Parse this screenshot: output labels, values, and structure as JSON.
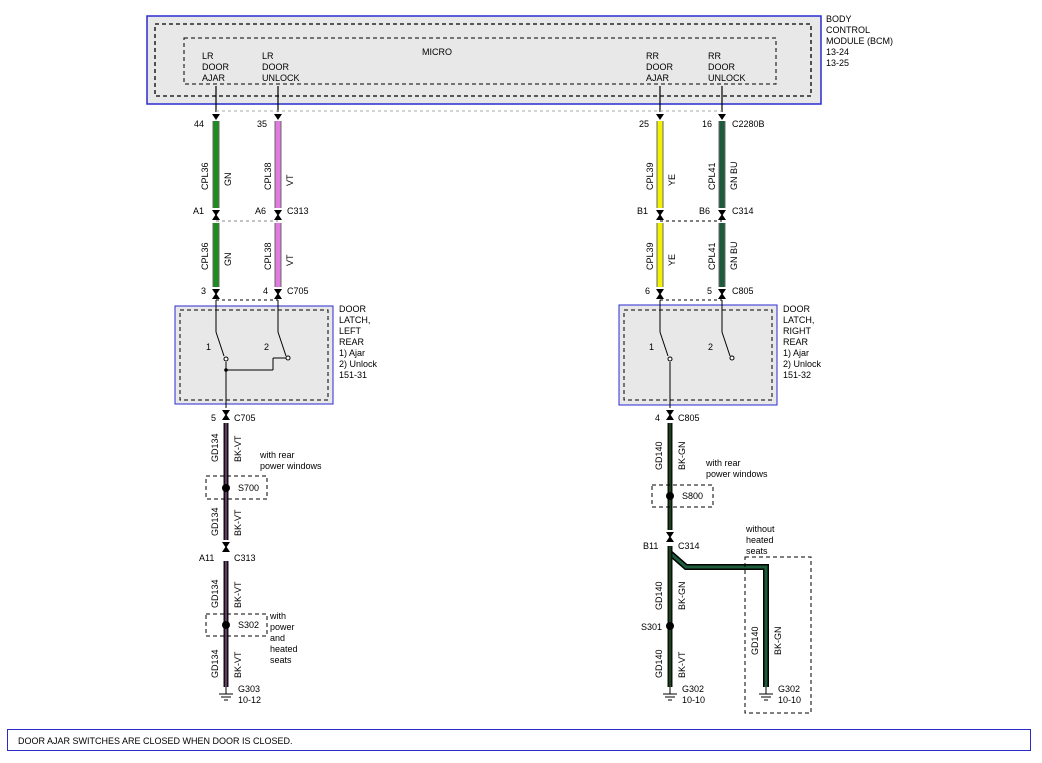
{
  "colors": {
    "GN": "#1e8c1e",
    "VT": "#e07ae0",
    "YE": "#f2f200",
    "GN-BU": "#1d5c3a",
    "BK-VT": "#111111",
    "BK-GN": "#111111",
    "frame": "#2a2ad0",
    "module_fill": "#e8e8e8"
  },
  "bcm": {
    "name_lines": [
      "BODY",
      "CONTROL",
      "MODULE (BCM)",
      "13-24",
      "13-25"
    ],
    "micro_label": "MICRO",
    "pins": [
      {
        "lines": [
          "LR",
          "DOOR",
          "AJAR"
        ]
      },
      {
        "lines": [
          "LR",
          "DOOR",
          "UNLOCK"
        ]
      },
      {
        "lines": [
          "RR",
          "DOOR",
          "AJAR"
        ]
      },
      {
        "lines": [
          "RR",
          "DOOR",
          "UNLOCK"
        ]
      }
    ]
  },
  "connectors": {
    "c2280b": "C2280B",
    "c313": "C313",
    "c314": "C314",
    "c705_top": "C705",
    "c805_top": "C805",
    "c705_bot": "C705",
    "c805_bot": "C805",
    "c313_gnd": "C313",
    "c314_gnd": "C314"
  },
  "pins": {
    "p44": "44",
    "p35": "35",
    "p25": "25",
    "p16": "16",
    "a1": "A1",
    "a6": "A6",
    "b1": "B1",
    "b6": "B6",
    "l3": "3",
    "l4": "4",
    "r6": "6",
    "r5": "5",
    "l5": "5",
    "r4": "4",
    "a11": "A11",
    "b11": "B11"
  },
  "wires": {
    "cpl36": "CPL36",
    "gn": "GN",
    "cpl38": "CPL38",
    "vt": "VT",
    "cpl39": "CPL39",
    "ye": "YE",
    "cpl41": "CPL41",
    "gnbu": "GN BU",
    "gd134": "GD134",
    "bkvt": "BK-VT",
    "gd140": "GD140",
    "bkgn": "BK-GN"
  },
  "latch_left": {
    "lines": [
      "DOOR",
      "LATCH,",
      "LEFT",
      "REAR",
      "1) Ajar",
      "2) Unlock",
      "151-31"
    ],
    "sw1": "1",
    "sw2": "2"
  },
  "latch_right": {
    "lines": [
      "DOOR",
      "LATCH,",
      "RIGHT",
      "REAR",
      "1) Ajar",
      "2) Unlock",
      "151-32"
    ],
    "sw1": "1",
    "sw2": "2"
  },
  "splices": {
    "s700": "S700",
    "s800": "S800",
    "s302": "S302",
    "s301": "S301"
  },
  "options": {
    "rear_windows_left": [
      "with rear",
      "power windows"
    ],
    "rear_windows_right": [
      "with rear",
      "power windows"
    ],
    "power_heated": [
      "with",
      "power",
      "and",
      "heated",
      "seats"
    ],
    "without_heated": [
      "without",
      "heated",
      "seats"
    ]
  },
  "grounds": {
    "g303": [
      "G303",
      "10-12"
    ],
    "g302_a": [
      "G302",
      "10-10"
    ],
    "g302_b": [
      "G302",
      "10-10"
    ]
  },
  "footer_note": "DOOR AJAR SWITCHES ARE CLOSED WHEN DOOR IS CLOSED."
}
